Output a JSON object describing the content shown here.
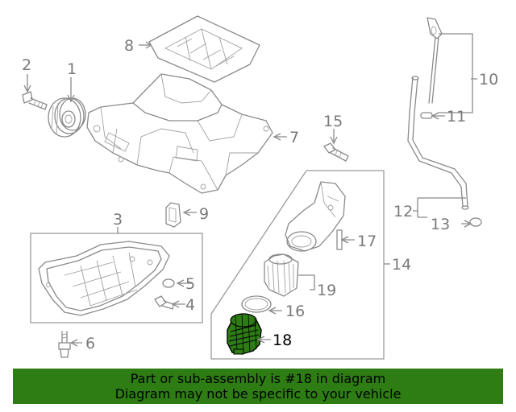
{
  "callouts": {
    "c1": "1",
    "c2": "2",
    "c3": "3",
    "c4": "4",
    "c5": "5",
    "c6": "6",
    "c7": "7",
    "c8": "8",
    "c9": "9",
    "c10": "10",
    "c11": "11",
    "c12": "12",
    "c13": "13",
    "c14": "14",
    "c15": "15",
    "c16": "16",
    "c17": "17",
    "c18": "18",
    "c19": "19"
  },
  "highlight": {
    "part": "18",
    "color": "#2e7d14"
  },
  "banner": {
    "line1": "Part or sub-assembly is #18 in diagram",
    "line2": "Diagram may not be specific to your vehicle",
    "color": "#2e7d14"
  }
}
